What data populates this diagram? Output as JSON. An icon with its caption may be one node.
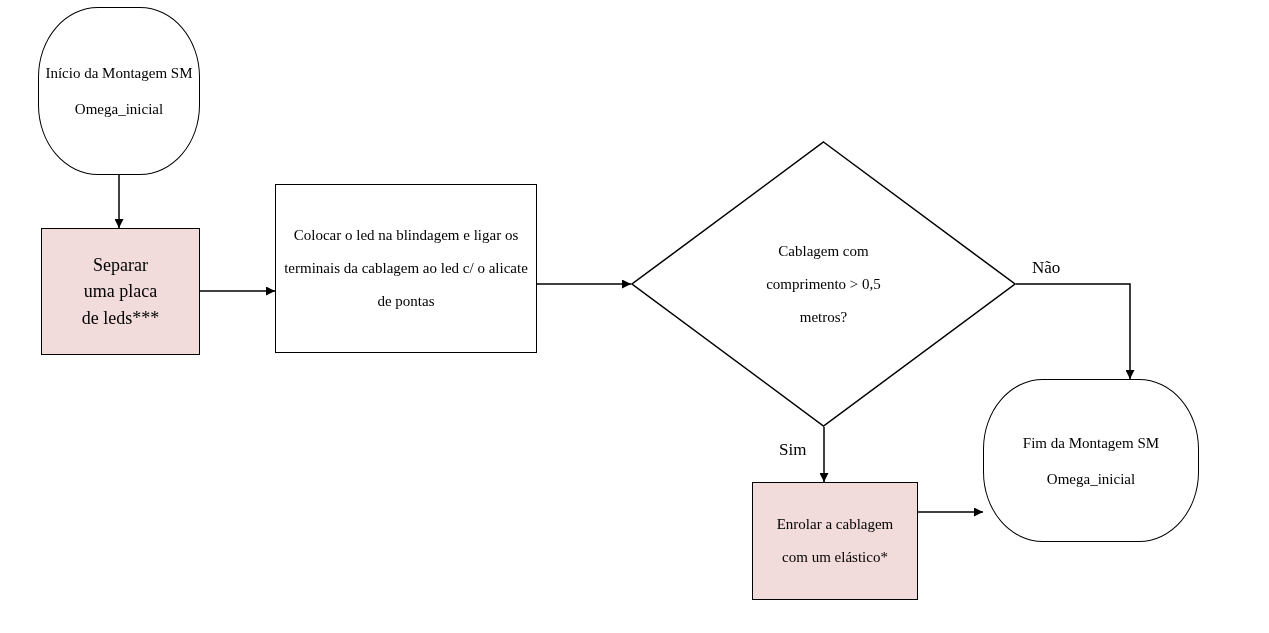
{
  "diagram": {
    "nodes": [
      {
        "text": [
          "Início da Montagem SM Omega_inicial"
        ]
      },
      {
        "text": [
          "Separar uma placa de leds***"
        ]
      },
      {
        "text": [
          "Colocar o led na blindagem e ligar os terminais da cablagem ao led c/ o alicate de pontas"
        ]
      },
      {
        "text": [
          "Cablagem com comprimento > 0,5 metros?"
        ]
      },
      {
        "text": [
          "Enrolar a cablagem com um elástico*"
        ]
      },
      {
        "text": [
          "Fim da Montagem SM Omega_inicial"
        ]
      }
    ],
    "edges": [
      {
        "from": 0,
        "to": 1,
        "arrow": "to"
      },
      {
        "from": 1,
        "to": 2,
        "arrow": "to"
      },
      {
        "from": 2,
        "to": 3,
        "arrow": "to"
      },
      {
        "from": 3,
        "to": 5,
        "arrow": "to",
        "label": "Não"
      },
      {
        "from": 3,
        "to": 4,
        "arrow": "to",
        "label": "Sim"
      },
      {
        "from": 4,
        "to": 5,
        "arrow": "to"
      }
    ]
  }
}
